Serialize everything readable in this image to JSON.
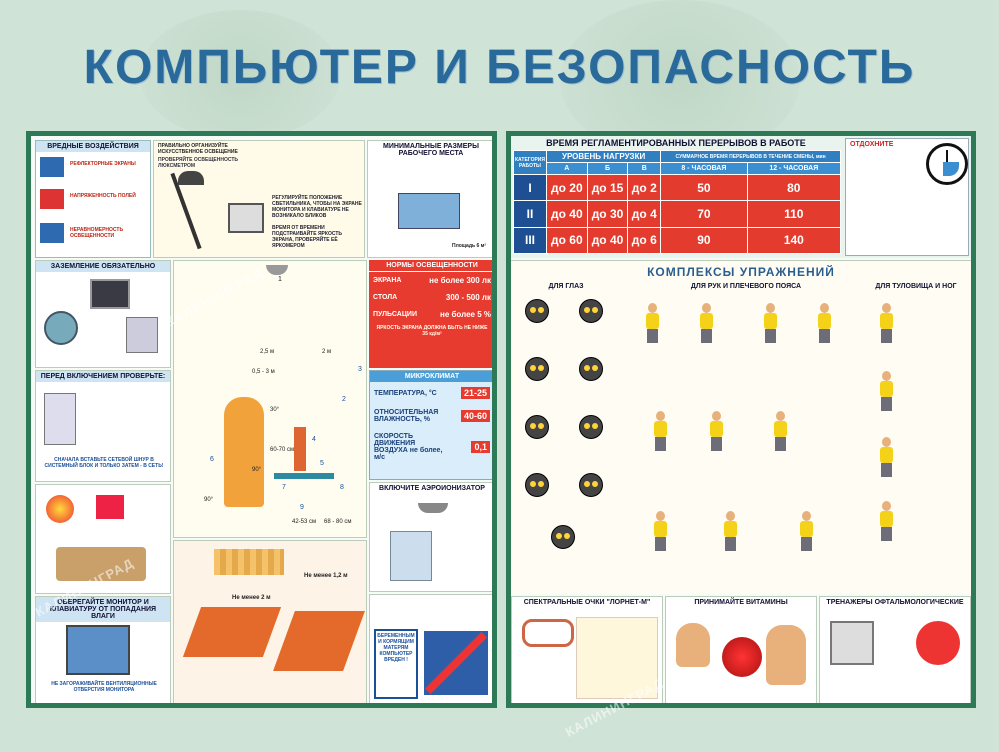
{
  "title": "КОМПЬЮТЕР И БЕЗОПАСНОСТЬ",
  "left": {
    "harmful": {
      "title": "ВРЕДНЫЕ ВОЗДЕЙСТВИЯ",
      "items": [
        "РЕФЛЕКТОРНЫЕ ЭКРАНЫ",
        "НАПРЯЖЕННОСТЬ ПОЛЕЙ",
        "НЕРАВНОМЕРНОСТЬ ОСВЕЩЕННОСТИ"
      ]
    },
    "lighting": {
      "title": "ПРАВИЛЬНО ОРГАНИЗУЙТЕ ИСКУССТВЕННОЕ ОСВЕЩЕНИЕ",
      "check": "ПРОВЕРЯЙТЕ ОСВЕЩЕННОСТЬ ЛЮКСМЕТРОМ",
      "tip1": "РЕГУЛИРУЙТЕ ПОЛОЖЕНИЕ СВЕТИЛЬНИКА, ЧТОБЫ НА ЭКРАНЕ МОНИТОРА И КЛАВИАТУРЕ НЕ ВОЗНИКАЛО БЛИКОВ",
      "tip2": "ВРЕМЯ ОТ ВРЕМЕНИ ПОДСТРАИВАЙТЕ ЯРКОСТЬ ЭКРАНА, ПРОВЕРЯЙТЕ ЕЁ ЯРКОМЕРОМ"
    },
    "workplace": {
      "title": "МИНИМАЛЬНЫЕ РАЗМЕРЫ РАБОЧЕГО МЕСТА",
      "area": "Площадь 6 м²"
    },
    "grounding": {
      "title": "ЗАЗЕМЛЕНИЕ ОБЯЗАТЕЛЬНО"
    },
    "before": {
      "title": "ПЕРЕД ВКЛЮЧЕНИЕМ ПРОВЕРЬТЕ:",
      "note": "СНАЧАЛА ВСТАВЬТЕ СЕТЕВОЙ ШНУР В СИСТЕМНЫЙ БЛОК И ТОЛЬКО ЗАТЕМ - В СЕТЬ!"
    },
    "protect": {
      "title": "ОБЕРЕГАЙТЕ МОНИТОР И КЛАВИАТУРУ ОТ ПОПАДАНИЯ ВЛАГИ",
      "note": "НЕ ЗАГОРАЖИВАЙТЕ ВЕНТИЛЯЦИОННЫЕ ОТВЕРСТИЯ МОНИТОРА"
    },
    "lighting_norms": {
      "title": "НОРМЫ ОСВЕЩЕННОСТИ",
      "rows": [
        {
          "label": "ЭКРАНА",
          "value": "не более 300 лк"
        },
        {
          "label": "СТОЛА",
          "value": "300 - 500 лк"
        },
        {
          "label": "ПУЛЬСАЦИИ",
          "value": "не более 5 %"
        }
      ],
      "brightness": "ЯРКОСТЬ ЭКРАНА ДОЛЖНА БЫТЬ НЕ НИЖЕ 35 кд/м²"
    },
    "microclimate": {
      "title": "МИКРОКЛИМАТ",
      "rows": [
        {
          "label": "ТЕМПЕРАТУРА, °C",
          "value": "21-25"
        },
        {
          "label": "ОТНОСИТЕЛЬНАЯ ВЛАЖНОСТЬ, %",
          "value": "40-60"
        },
        {
          "label": "СКОРОСТЬ ДВИЖЕНИЯ ВОЗДУХА не более, м/с",
          "value": "0,1"
        }
      ]
    },
    "ionizer": {
      "title": "ВКЛЮЧИТЕ АЭРОИОНИЗАТОР"
    },
    "dims": {
      "d1": "1",
      "d2": "2",
      "d3": "3",
      "d4": "4",
      "d5": "5",
      "d6": "6",
      "d7": "7",
      "d8": "8",
      "d9": "9",
      "range1": "0,5 - 3 м",
      "range2": "2,5 м",
      "range3": "2 м",
      "h1": "42-53 см",
      "h2": "68 - 80 см",
      "r1": "60-70 см",
      "a1": "30°",
      "a2": "90°",
      "a3": "90°"
    },
    "room": {
      "n1": "Не менее 1,2 м",
      "n2": "Не менее 2 м"
    },
    "pregnant": "БЕРЕМЕННЫМ И КОРМЯЩИМ МАТЕРЯМ КОМПЬЮТЕР ВРЕДЕН !"
  },
  "right": {
    "breaks": {
      "title": "ВРЕМЯ РЕГЛАМЕНТИРОВАННЫХ ПЕРЕРЫВОВ В РАБОТЕ",
      "load": "УРОВЕНЬ НАГРУЗКИ",
      "total": "СУММАРНОЕ ВРЕМЯ ПЕРЕРЫВОВ В ТЕЧЕНИЕ СМЕНЫ, мин",
      "cat_label": "КАТЕГОРИЯ РАБОТЫ",
      "cols": [
        "А",
        "Б",
        "В",
        "8 - ЧАСОВАЯ",
        "12 - ЧАСОВАЯ"
      ],
      "rows": [
        {
          "cat": "I",
          "a": "до 20",
          "b": "до 15",
          "c": "до 2",
          "h8": "50",
          "h12": "80"
        },
        {
          "cat": "II",
          "a": "до 40",
          "b": "до 30",
          "c": "до 4",
          "h8": "70",
          "h12": "110"
        },
        {
          "cat": "III",
          "a": "до 60",
          "b": "до 40",
          "c": "до 6",
          "h8": "90",
          "h12": "140"
        }
      ],
      "rest_title": "ОТДОХНИТЕ"
    },
    "exercises": {
      "title": "КОМПЛЕКСЫ УПРАЖНЕНИЙ",
      "eyes": "ДЛЯ ГЛАЗ",
      "arms": "ДЛЯ РУК И ПЛЕЧЕВОГО ПОЯСА",
      "torso": "ДЛЯ ТУЛОВИЩА И НОГ"
    },
    "glasses": {
      "title": "СПЕКТРАЛЬНЫЕ ОЧКИ \"ЛОРНЕТ-М\""
    },
    "vitamins": {
      "title": "ПРИНИМАЙТЕ ВИТАМИНЫ"
    },
    "trainers": {
      "title": "ТРЕНАЖЕРЫ ОФТАЛЬМОЛОГИЧЕСКИЕ"
    }
  },
  "watermark": "КАЛИНИНГРАД"
}
